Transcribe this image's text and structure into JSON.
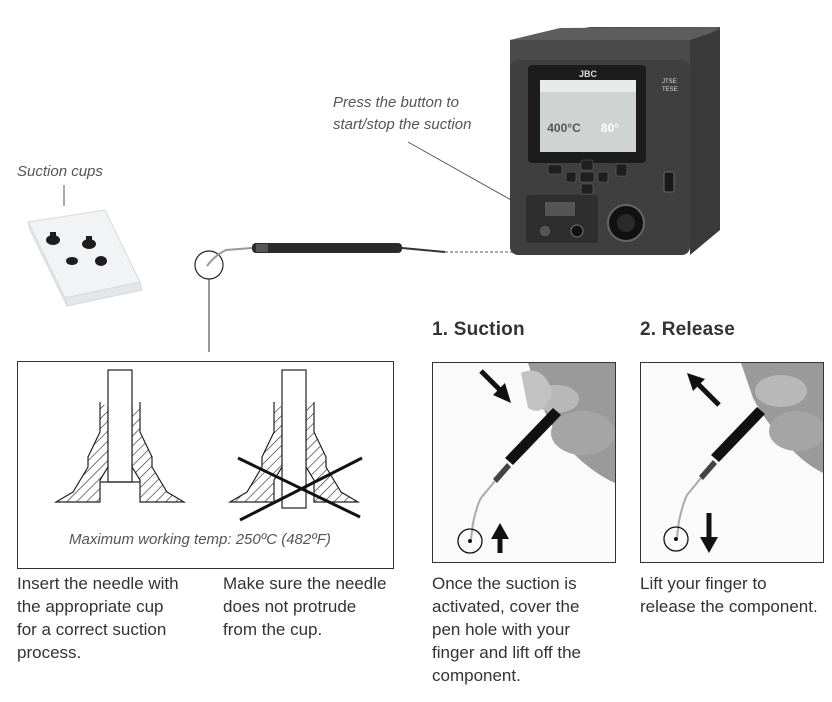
{
  "station": {
    "brand": "JBC",
    "model_line1": "JTSE",
    "model_line2": "TESE",
    "screen": {
      "temp_left": "400°C",
      "temp_right": "80°"
    }
  },
  "annotations": {
    "press_button_line1": "Press the button to",
    "press_button_line2": "start/stop the suction",
    "suction_cups": "Suction cups"
  },
  "detail_panel": {
    "max_temp": "Maximum working temp: 250ºC (482ºF)"
  },
  "captions": {
    "insert_line1": "Insert the needle with",
    "insert_line2": "the appropriate cup",
    "insert_line3": "for a correct suction",
    "insert_line4": "process.",
    "protrude_line1": "Make sure the needle",
    "protrude_line2": "does not protrude",
    "protrude_line3": "from the cup."
  },
  "steps": [
    {
      "title": "1. Suction",
      "line1": "Once the suction is",
      "line2": "activated, cover the",
      "line3": "pen hole with your",
      "line4": "finger and lift off the",
      "line5": "component."
    },
    {
      "title": "2. Release",
      "line1": "Lift your finger to",
      "line2": "release the component."
    }
  ]
}
